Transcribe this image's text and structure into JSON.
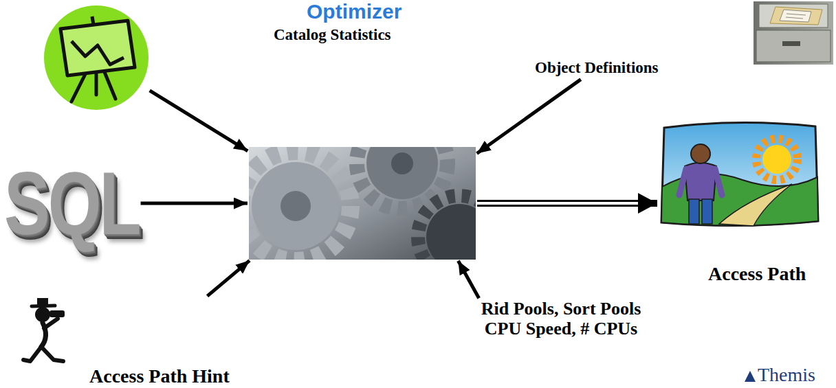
{
  "diagram": {
    "title": "Optimizer",
    "nodes": [
      {
        "text": [
          "Catalog Statistics"
        ]
      },
      {
        "text": [
          "Object Definitions"
        ]
      },
      {
        "text": [
          "SQL"
        ]
      },
      {
        "text": []
      },
      {
        "text": [
          "Access Path"
        ]
      },
      {
        "text": [
          "Rid Pools, Sort Pools CPU Speed, # CPUs"
        ]
      },
      {
        "text": [
          "Access Path Hint"
        ]
      }
    ],
    "edges": [
      {
        "from": 0,
        "to": 3,
        "arrow": "to"
      },
      {
        "from": 1,
        "to": 3,
        "arrow": "to"
      },
      {
        "from": 2,
        "to": 3,
        "arrow": "to"
      },
      {
        "from": 3,
        "to": 4,
        "arrow": "to"
      },
      {
        "from": 5,
        "to": 3,
        "arrow": "to"
      },
      {
        "from": 6,
        "to": 3,
        "arrow": "to"
      }
    ],
    "labels": [
      "Themis"
    ]
  }
}
